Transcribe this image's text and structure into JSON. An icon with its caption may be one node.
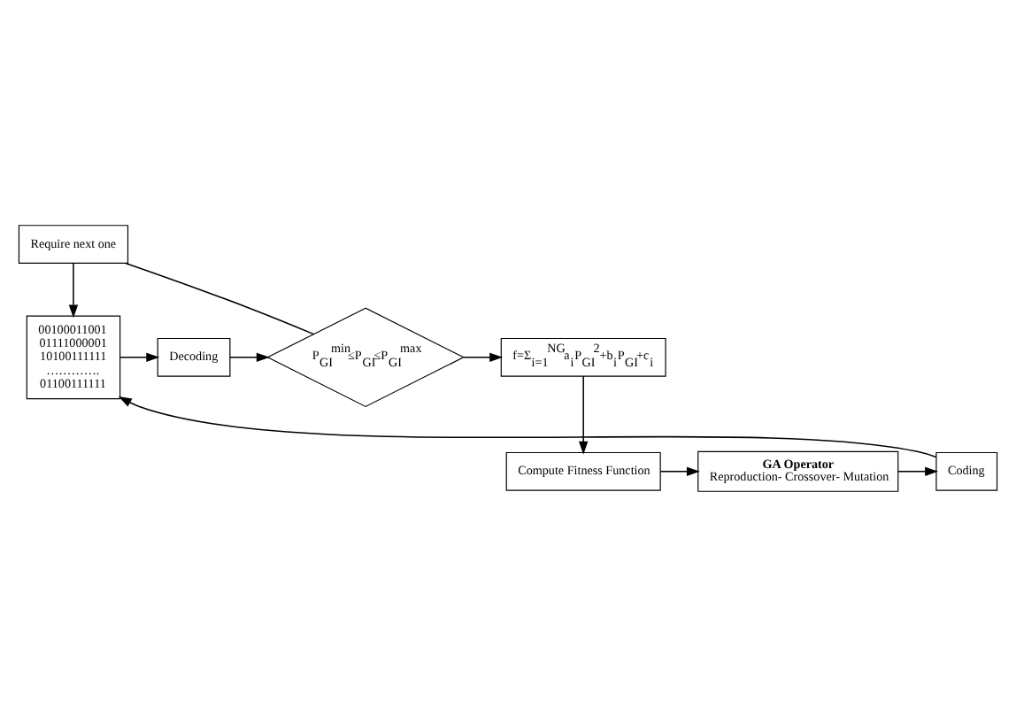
{
  "diagram": {
    "nodes": [
      {
        "text": [
          "00100011001",
          "01111000001",
          "10100111111",
          "………….",
          "01100111111"
        ]
      },
      {
        "text": [
          "Require next one"
        ]
      },
      {
        "text": [
          "Decoding"
        ]
      },
      {
        "text": [
          "P$_{GI}$$^{min}$≤P$_{GI}$≤P$_{GI}$$^{max}$"
        ]
      },
      {
        "text": [
          "f=Σ$_{i=1}$$^{NG}$a$_{i}$P$_{GI}$$^{2}$+b$_{i}$P$_{GI}$+c$_{i}$"
        ]
      },
      {
        "text": [
          "Compute Fitness Function"
        ]
      },
      {
        "text": [
          "GA Operator",
          "Reproduction- Crossover- Mutation"
        ]
      },
      {
        "text": [
          "Coding"
        ]
      }
    ],
    "edges": [
      {
        "from": 0,
        "to": 2,
        "arrow": "to"
      },
      {
        "from": 2,
        "to": 3,
        "arrow": "to"
      },
      {
        "from": 3,
        "to": 4,
        "arrow": "to"
      },
      {
        "from": 4,
        "to": 5,
        "arrow": "to"
      },
      {
        "from": 5,
        "to": 6,
        "arrow": "to"
      },
      {
        "from": 6,
        "to": 7,
        "arrow": "to"
      },
      {
        "from": 7,
        "to": 0,
        "arrow": "to"
      },
      {
        "from": 3,
        "to": 1,
        "arrow": "none"
      },
      {
        "from": 1,
        "to": 0,
        "arrow": "to"
      }
    ]
  }
}
